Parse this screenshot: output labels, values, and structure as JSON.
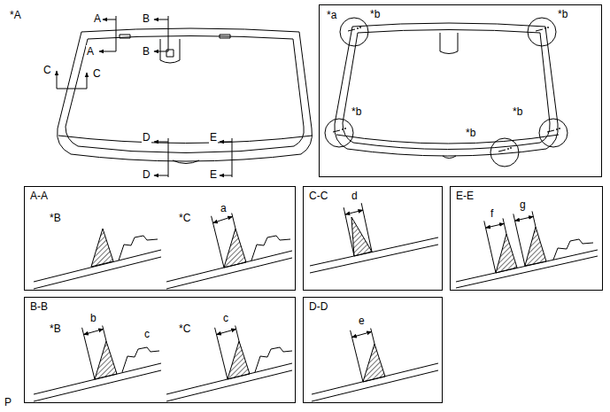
{
  "diagram": {
    "nodes": [
      {
        "text": [
          "*a"
        ]
      },
      {
        "text": [
          "*b"
        ],
        "in": 0
      },
      {
        "text": [
          "*b"
        ],
        "in": 0
      },
      {
        "text": [
          "*b"
        ],
        "in": 0
      },
      {
        "text": [
          "*b"
        ],
        "in": 0
      },
      {
        "text": [
          "*b"
        ],
        "in": 0
      },
      {
        "text": [
          "A-A",
          "*B",
          "*C",
          "a"
        ]
      },
      {
        "text": [
          "C-C",
          "d"
        ]
      },
      {
        "text": [
          "E-E",
          "f",
          "g"
        ]
      },
      {
        "text": [
          "B-B",
          "*B",
          "b",
          "c",
          "*C",
          "c"
        ]
      },
      {
        "text": [
          "D-D",
          "e"
        ]
      }
    ],
    "labels": [
      "*A",
      "A",
      "A",
      "B",
      "B",
      "C",
      "C",
      "D",
      "D",
      "E",
      "E",
      "P"
    ]
  }
}
